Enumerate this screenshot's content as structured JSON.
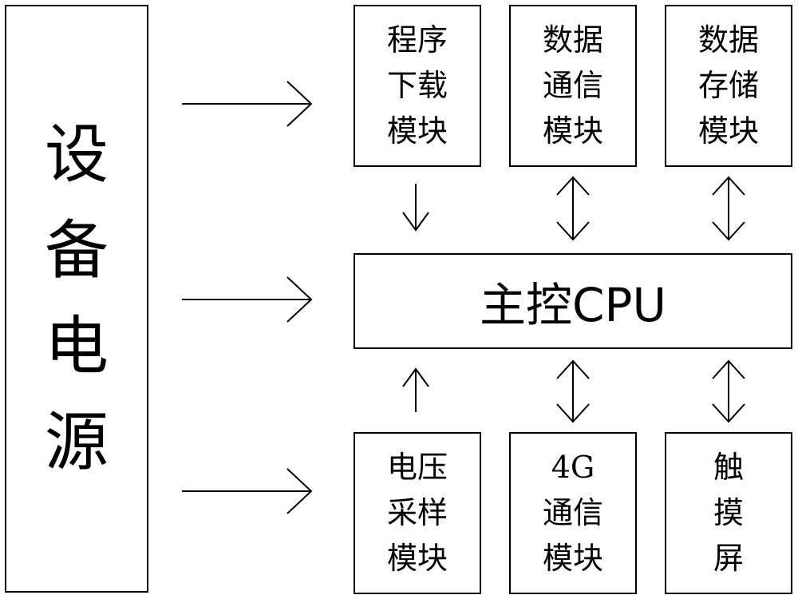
{
  "power_supply": {
    "label_lines": [
      "设",
      "备",
      "电",
      "源"
    ]
  },
  "cpu": {
    "label": "主控CPU"
  },
  "top_modules": [
    {
      "id": "program-download",
      "lines": [
        "程序",
        "下载",
        "模块"
      ]
    },
    {
      "id": "data-comm",
      "lines": [
        "数据",
        "通信",
        "模块"
      ]
    },
    {
      "id": "data-storage",
      "lines": [
        "数据",
        "存储",
        "模块"
      ]
    }
  ],
  "bottom_modules": [
    {
      "id": "voltage-sampling",
      "lines": [
        "电压",
        "采样",
        "模块"
      ]
    },
    {
      "id": "4g-comm",
      "lines": [
        "4G",
        "通信",
        "模块"
      ]
    },
    {
      "id": "touchscreen",
      "lines": [
        "触",
        "摸",
        "屏"
      ]
    }
  ]
}
